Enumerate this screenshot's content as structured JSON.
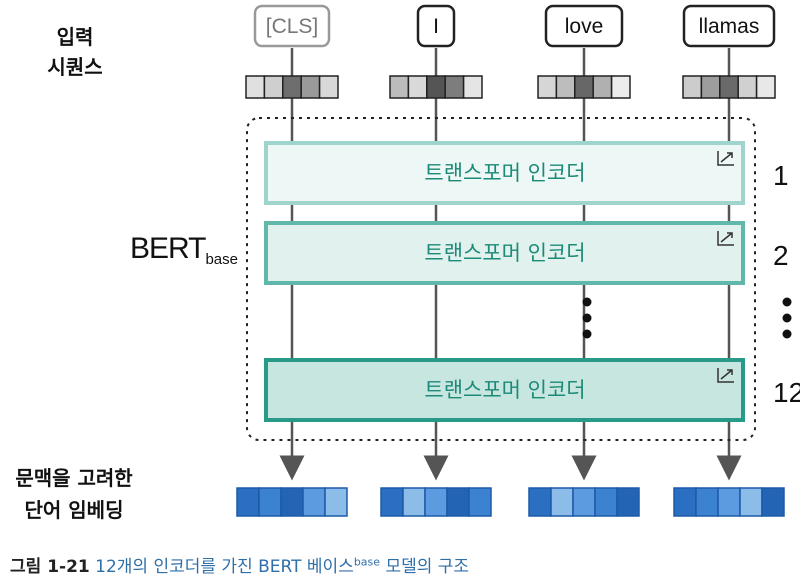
{
  "input_label": [
    "입력",
    "시퀀스"
  ],
  "output_label": [
    "문맥을 고려한",
    "단어 임베딩"
  ],
  "model_label": {
    "main": "BERT",
    "sub": "base"
  },
  "tokens": [
    "[CLS]",
    "I",
    "love",
    "llamas"
  ],
  "encoder_label": "트랜스포머 인코더",
  "layer_numbers": [
    "1",
    "2",
    "12"
  ],
  "caption": {
    "figure": "그림 1-21",
    "text_before": "12개의 인코더를 가진 BERT 베이스",
    "superscript": "base",
    "text_after": "모델의 구조"
  },
  "colors": {
    "token_border_cls": "#999999",
    "token_border": "#222222",
    "encoder_border_light": "#9fd4cc",
    "encoder_border_dark": "#2a9a88",
    "encoder_fill_light": "#edf7f5",
    "encoder_fill_dark": "#c8e6e0",
    "encoder_text": "#1c8a78",
    "arrow": "#555555"
  }
}
